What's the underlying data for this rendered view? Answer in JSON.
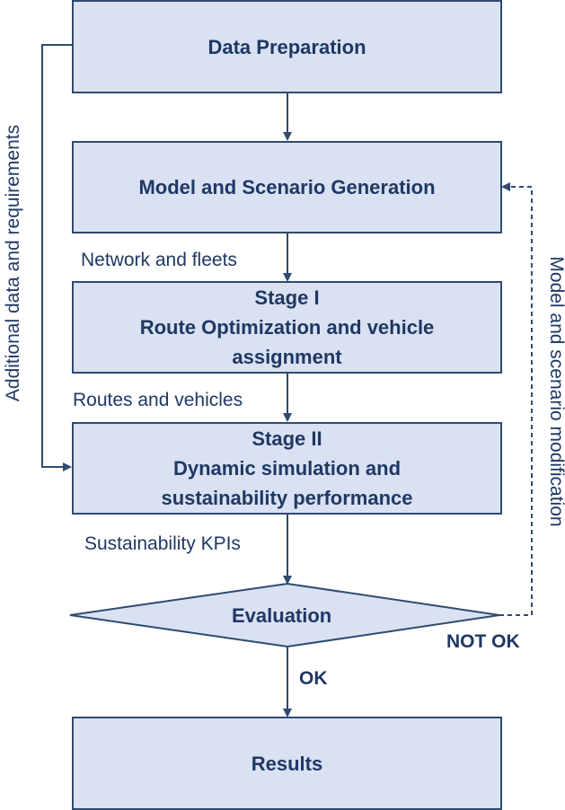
{
  "colors": {
    "box_fill": "#d9e1f2",
    "box_stroke": "#2f4a6f",
    "text": "#1f3864",
    "arrow": "#2f4a6f"
  },
  "nodes": {
    "data_preparation": "Data Preparation",
    "model_generation": "Model and Scenario Generation",
    "stage1_title": "Stage I",
    "stage1_desc": "Route Optimization and vehicle assignment",
    "stage2_title": "Stage II",
    "stage2_desc_line1": "Dynamic simulation and",
    "stage2_desc_line2": "sustainability performance",
    "evaluation": "Evaluation",
    "results": "Results"
  },
  "edge_labels": {
    "network_fleets": "Network and fleets",
    "routes_vehicles": "Routes and vehicles",
    "kpis": "Sustainability KPIs",
    "ok": "OK",
    "not_ok": "NOT OK"
  },
  "side_labels": {
    "left": "Additional data and requirements",
    "right": "Model and scenario modification"
  }
}
